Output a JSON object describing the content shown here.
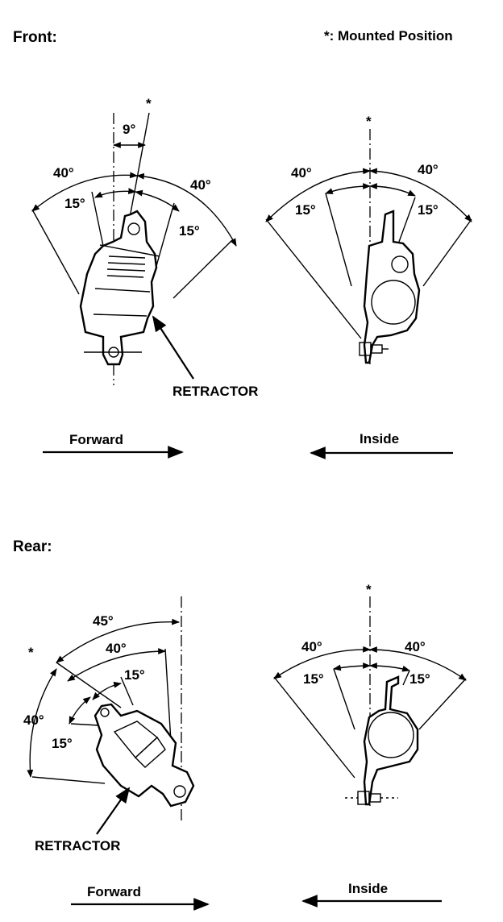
{
  "legend": {
    "mounted_position": "*: Mounted Position"
  },
  "front": {
    "heading": "Front:",
    "left": {
      "offset_label": "9°",
      "outer_left": "40°",
      "inner_left": "15°",
      "outer_right": "40°",
      "inner_right": "15°",
      "asterisk": "*",
      "callout": "RETRACTOR",
      "direction": "Forward"
    },
    "right": {
      "outer_left": "40°",
      "inner_left": "15°",
      "outer_right": "40°",
      "inner_right": "15°",
      "asterisk": "*",
      "direction": "Inside"
    }
  },
  "rear": {
    "heading": "Rear:",
    "left": {
      "outer_top": "45°",
      "mid_top": "40°",
      "inner_top": "15°",
      "outer_left": "40°",
      "inner_left": "15°",
      "asterisk": "*",
      "callout": "RETRACTOR",
      "direction": "Forward"
    },
    "right": {
      "outer_left": "40°",
      "inner_left": "15°",
      "outer_right": "40°",
      "inner_right": "15°",
      "asterisk": "*",
      "direction": "Inside"
    }
  }
}
